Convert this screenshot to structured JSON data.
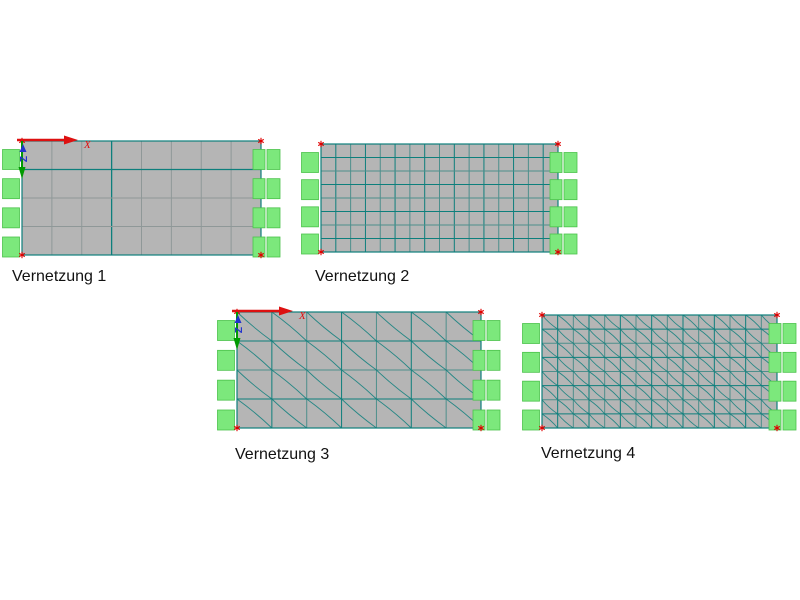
{
  "figure": {
    "type": "finite-element-mesh-comparison",
    "description": "Four meshing variants of a rectangular plate with edge supports"
  },
  "panels": [
    {
      "label": "Vernetzung 1",
      "mesh": "quad",
      "cols": 8,
      "rows": 4,
      "axes": true,
      "line_style": "gray",
      "highlight_col": 3,
      "highlight_row": 1
    },
    {
      "label": "Vernetzung 2",
      "mesh": "quad",
      "cols": 16,
      "rows": 8,
      "axes": false,
      "line_style": "teal"
    },
    {
      "label": "Vernetzung 3",
      "mesh": "tri",
      "cols": 7,
      "rows": 4,
      "axes": true,
      "line_style": "teal"
    },
    {
      "label": "Vernetzung 4",
      "mesh": "tri",
      "cols": 15,
      "rows": 8,
      "axes": false,
      "line_style": "teal"
    }
  ],
  "axis_labels": {
    "x": "X",
    "z": "Z"
  },
  "supports_per_side": 4,
  "colors": {
    "background": "#ffffff",
    "plate": "#b5b5b5",
    "mesh_gray": "#8f9898",
    "mesh_teal": "#0d7f7c",
    "mesh_teal_dim": "#4d8f8c",
    "support_fill": "#7ce87c",
    "support_stroke": "#4cc24c",
    "node_red": "#e00000",
    "axis_x_red": "#dd1111",
    "axis_y_green": "#009a00",
    "axis_z_blue": "#2233cc",
    "label_color": "#121212"
  }
}
